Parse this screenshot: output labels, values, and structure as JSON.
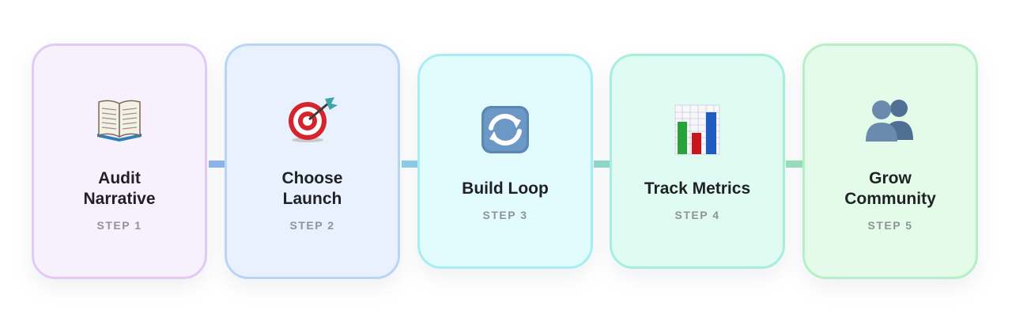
{
  "steps": [
    {
      "title": "Audit\nNarrative",
      "label": "STEP 1",
      "icon": "book-icon",
      "border": "#e3c9f7",
      "bg": "#f7f1fd"
    },
    {
      "title": "Choose\nLaunch",
      "label": "STEP 2",
      "icon": "target-icon",
      "border": "#b7d6f7",
      "bg": "#e8f1fd"
    },
    {
      "title": "Build Loop",
      "label": "STEP 3",
      "icon": "refresh-icon",
      "border": "#a6eef3",
      "bg": "#e2fbfd"
    },
    {
      "title": "Track Metrics",
      "label": "STEP 4",
      "icon": "bar-chart-icon",
      "border": "#a6eedd",
      "bg": "#dffbf2"
    },
    {
      "title": "Grow\nCommunity",
      "label": "STEP 5",
      "icon": "people-icon",
      "border": "#b5efc8",
      "bg": "#e4fbe9"
    }
  ],
  "connector_colors": [
    "#8fb6f0",
    "#8ecfe8",
    "#90dcc8",
    "#98e1bb"
  ]
}
